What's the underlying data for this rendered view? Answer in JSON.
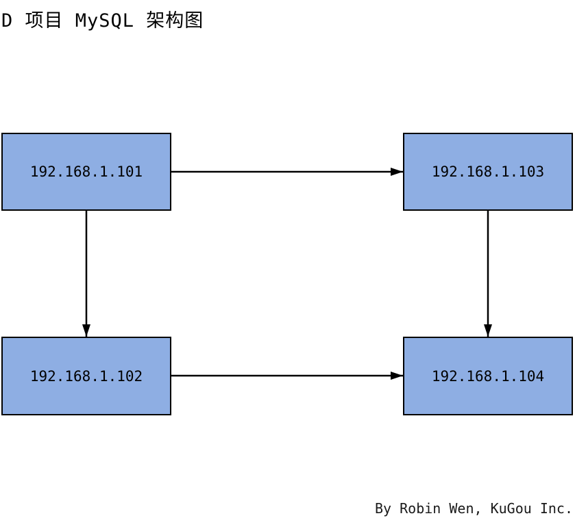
{
  "diagram": {
    "title": "D 项目 MySQL 架构图",
    "credit": "By Robin Wen, KuGou Inc.",
    "colors": {
      "node_fill": "#8EAEE3",
      "node_border": "#000000",
      "arrow": "#000000",
      "background": "#FFFFFF",
      "text": "#000000"
    },
    "nodes": [
      {
        "id": "node-101",
        "label": "192.168.1.101",
        "position": "top-left"
      },
      {
        "id": "node-103",
        "label": "192.168.1.103",
        "position": "top-right"
      },
      {
        "id": "node-102",
        "label": "192.168.1.102",
        "position": "bottom-left"
      },
      {
        "id": "node-104",
        "label": "192.168.1.104",
        "position": "bottom-right"
      }
    ],
    "edges": [
      {
        "from": "192.168.1.101",
        "to": "192.168.1.103",
        "direction": "right"
      },
      {
        "from": "192.168.1.101",
        "to": "192.168.1.102",
        "direction": "down"
      },
      {
        "from": "192.168.1.103",
        "to": "192.168.1.104",
        "direction": "down"
      },
      {
        "from": "192.168.1.102",
        "to": "192.168.1.104",
        "direction": "right"
      }
    ]
  }
}
